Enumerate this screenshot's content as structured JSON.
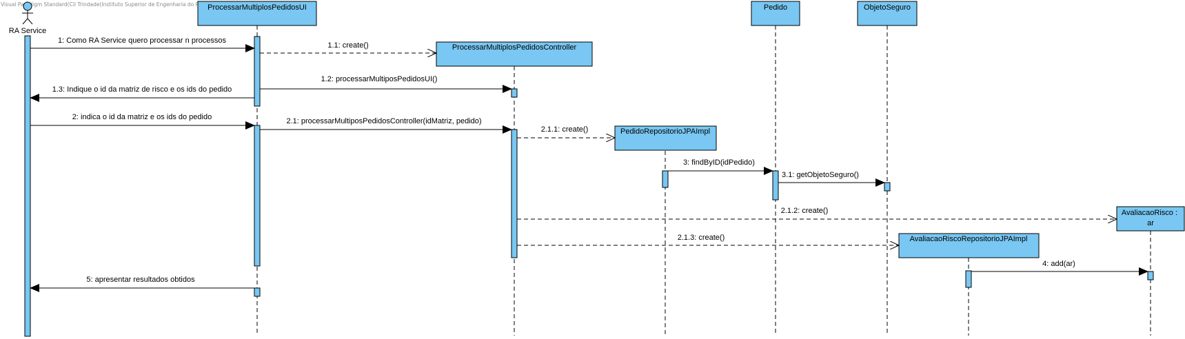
{
  "watermark": "Visual Paradigm Standard(Cil Trindade(Instituto Superior de Engenharia do Porto))",
  "actor": {
    "name": "RA Service"
  },
  "lifelines": [
    {
      "id": "ui",
      "label": "ProcessarMultiplosPedidosUI"
    },
    {
      "id": "ctrl",
      "label": "ProcessarMultiplosPedidosController"
    },
    {
      "id": "pedrepo",
      "label": "PedidoRepositorioJPAImpl"
    },
    {
      "id": "pedido",
      "label": "Pedido"
    },
    {
      "id": "objseg",
      "label": "ObjetoSeguro"
    },
    {
      "id": "avrepo",
      "label": "AvaliacaoRiscoRepositorioJPAImpl"
    },
    {
      "id": "ar",
      "label": "AvaliacaoRisco : ar"
    }
  ],
  "messages": [
    {
      "num": "1",
      "text": "1: Como RA Service quero processar n processos",
      "from": "actor",
      "to": "ui",
      "type": "sync"
    },
    {
      "num": "1.1",
      "text": "1.1: create()",
      "from": "ui",
      "to": "ctrl",
      "type": "create"
    },
    {
      "num": "1.2",
      "text": "1.2: processarMultiposPedidosUI()",
      "from": "ui",
      "to": "ctrl",
      "type": "sync"
    },
    {
      "num": "1.3",
      "text": "1.3: Indique o id da matriz de risco e os ids do pedido",
      "from": "ui",
      "to": "actor",
      "type": "sync"
    },
    {
      "num": "2",
      "text": "2: indica o id da matriz e os ids do pedido",
      "from": "actor",
      "to": "ui",
      "type": "sync"
    },
    {
      "num": "2.1",
      "text": "2.1: processarMultiposPedidosController(idMatriz, pedido)",
      "from": "ui",
      "to": "ctrl",
      "type": "sync"
    },
    {
      "num": "2.1.1",
      "text": "2.1.1: create()",
      "from": "ctrl",
      "to": "pedrepo",
      "type": "create"
    },
    {
      "num": "3",
      "text": "3: findByID(idPedido)",
      "from": "pedrepo",
      "to": "pedido",
      "type": "sync"
    },
    {
      "num": "3.1",
      "text": "3.1: getObjetoSeguro()",
      "from": "pedido",
      "to": "objseg",
      "type": "sync"
    },
    {
      "num": "2.1.2",
      "text": "2.1.2: create()",
      "from": "ctrl",
      "to": "ar",
      "type": "create"
    },
    {
      "num": "2.1.3",
      "text": "2.1.3: create()",
      "from": "ctrl",
      "to": "avrepo",
      "type": "create"
    },
    {
      "num": "4",
      "text": "4: add(ar)",
      "from": "avrepo",
      "to": "ar",
      "type": "sync"
    },
    {
      "num": "5",
      "text": "5: apresentar resultados obtidos",
      "from": "ui",
      "to": "actor",
      "type": "sync"
    }
  ],
  "colors": {
    "box_fill": "#79c7f2",
    "activation_fill": "#79c7f2",
    "line": "#000000"
  }
}
